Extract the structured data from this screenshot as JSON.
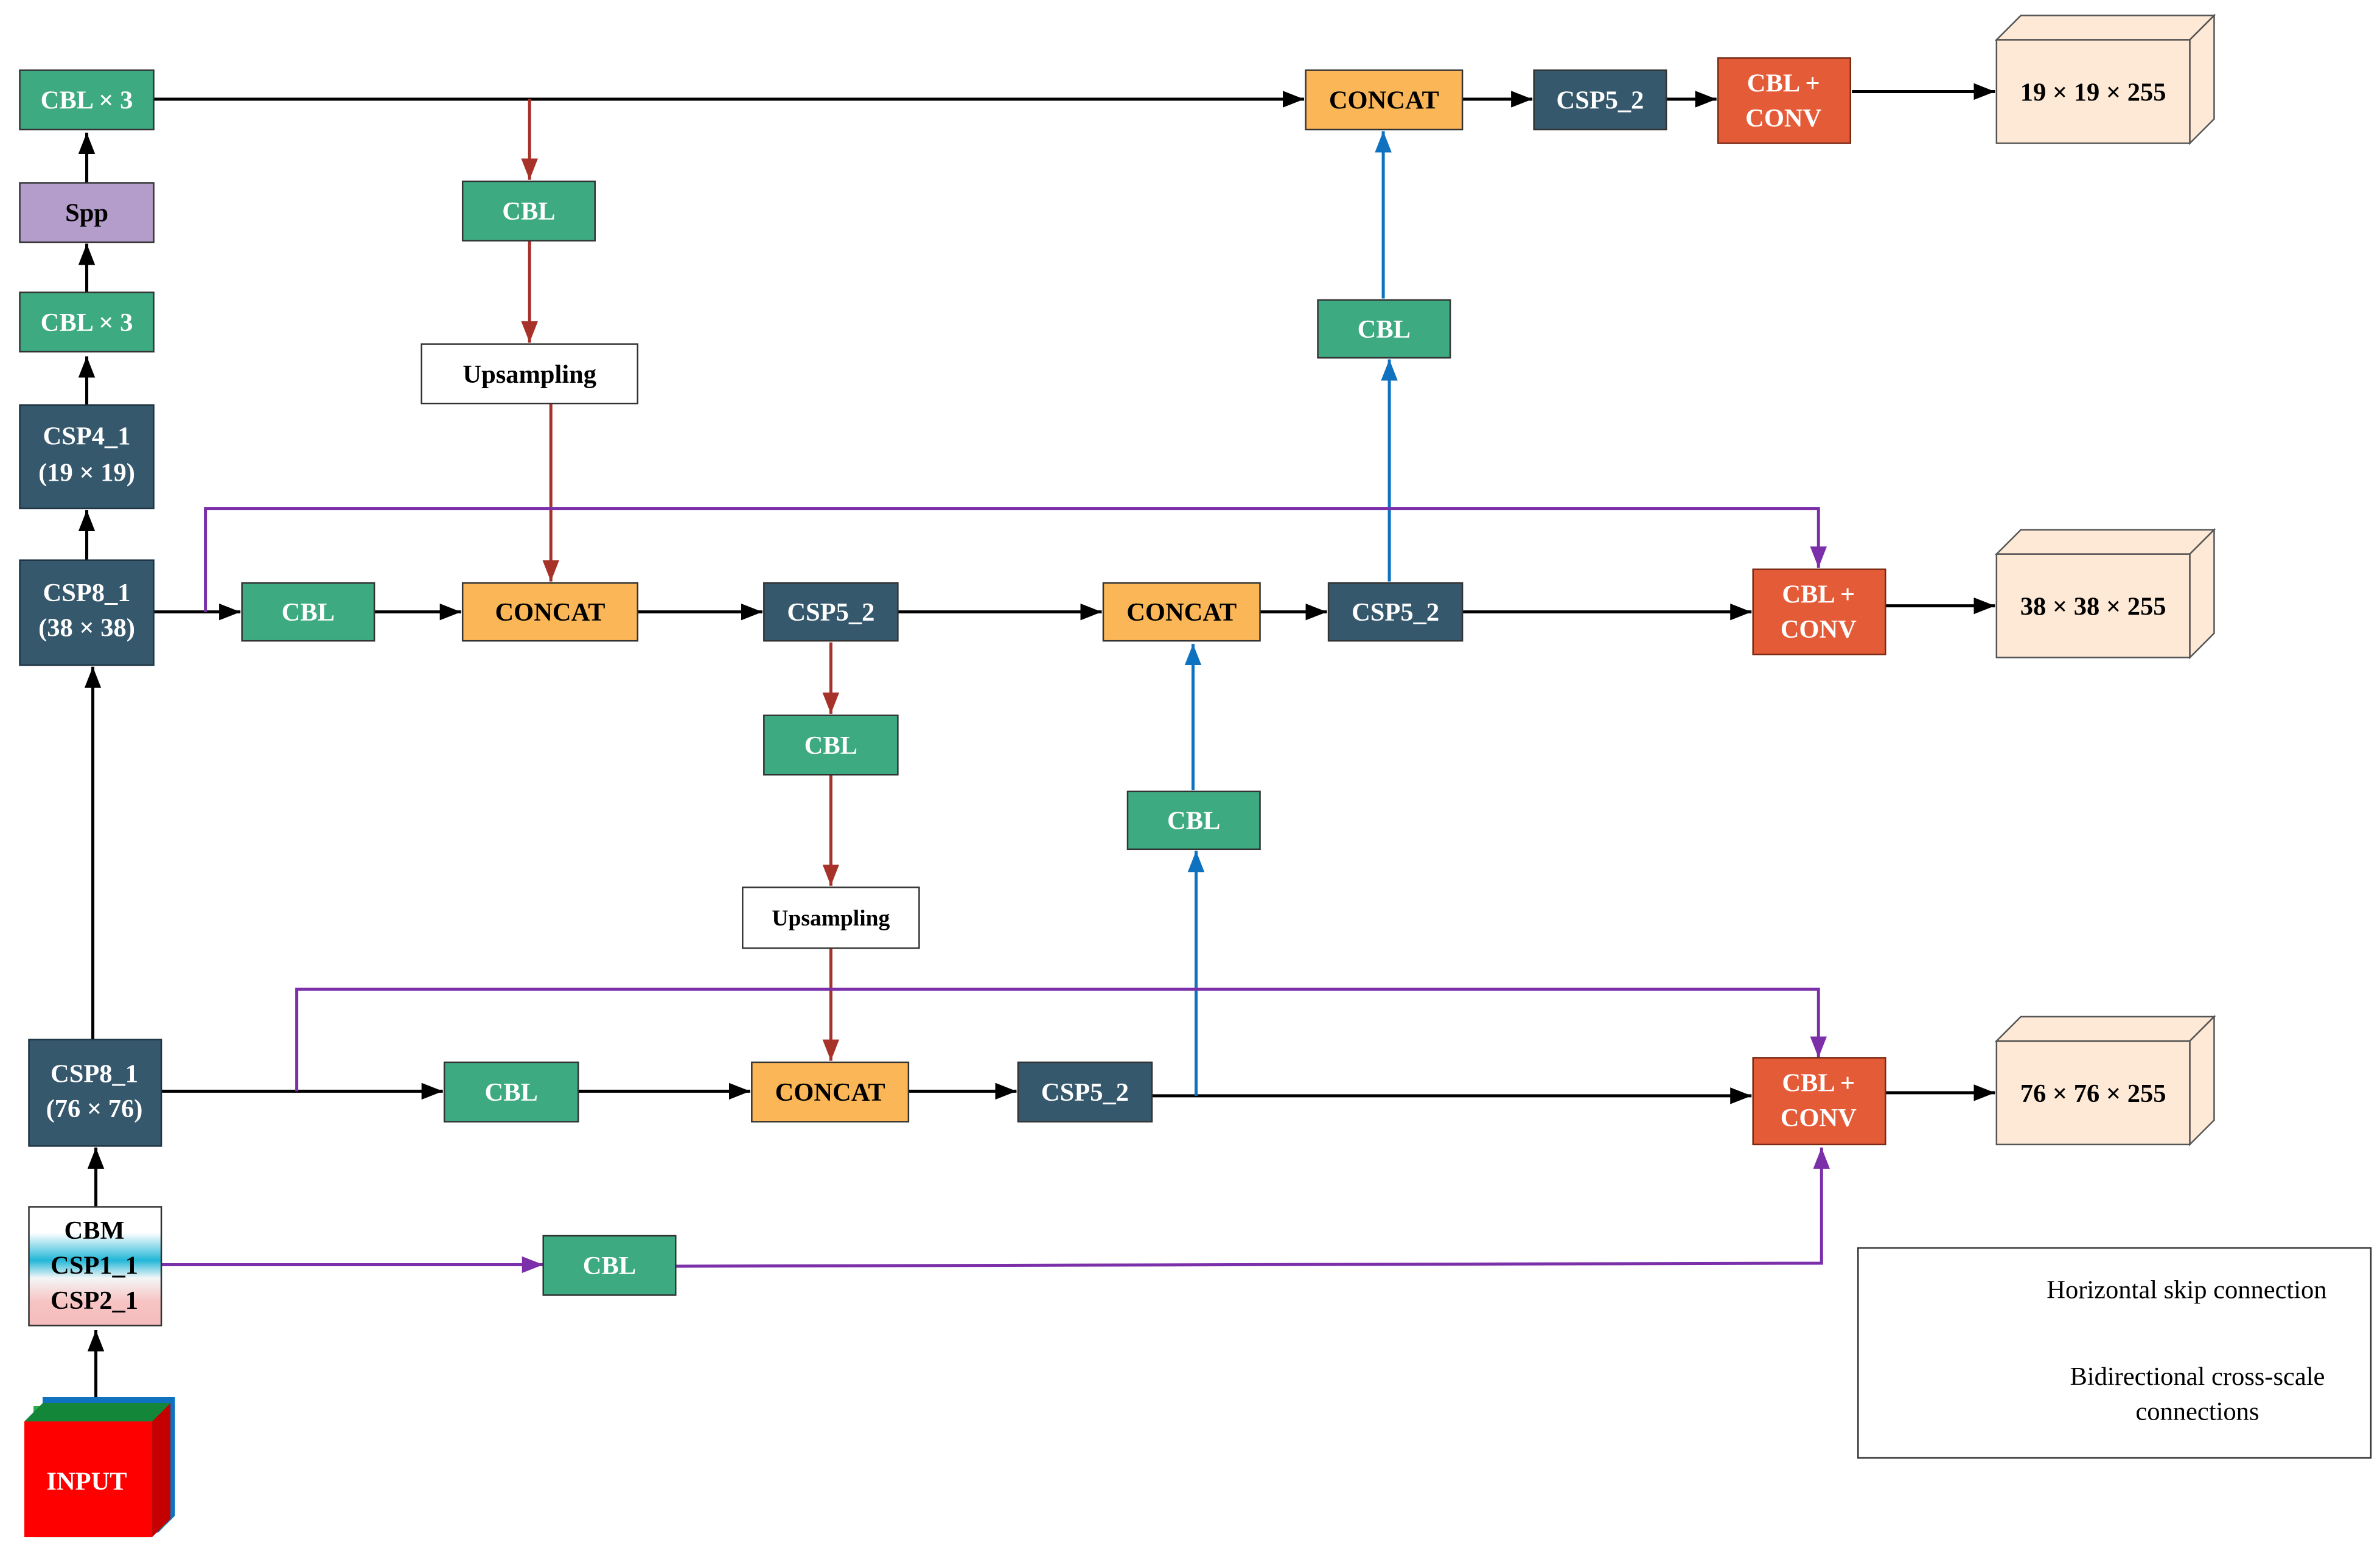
{
  "colors": {
    "cbl": "#3daa82",
    "csp": "#35586d",
    "concat": "#fbb657",
    "head": "#e45b38",
    "spp": "#b49ccb",
    "output": "#fde9d5",
    "input": "#ff0000",
    "main_arrow": "#000000",
    "skip_arrow": "#7b2fa8",
    "cross_red": "#a7322a",
    "cross_blue": "#0f72c0"
  },
  "nodes": {
    "cbl3_top": "CBL × 3",
    "spp": "Spp",
    "cbl3_mid": "CBL × 3",
    "csp4": {
      "line1": "CSP4_1",
      "line2": "(19 × 19)"
    },
    "csp8_38": {
      "line1": "CSP8_1",
      "line2": "(38 × 38)"
    },
    "csp8_76": {
      "line1": "CSP8_1",
      "line2": "(76 × 76)"
    },
    "backbone": {
      "line1": "CBM",
      "line2": "CSP1_1",
      "line3": "CSP2_1"
    },
    "input": "INPUT",
    "cbl_red_top": "CBL",
    "upsampling_top": "Upsampling",
    "cbl_row38": "CBL",
    "concat_row38_a": "CONCAT",
    "csp5_row38_a": "CSP5_2",
    "concat_row38_b": "CONCAT",
    "csp5_row38_b": "CSP5_2",
    "head_38": {
      "line1": "CBL +",
      "line2": "CONV"
    },
    "out_38": "38 × 38 × 255",
    "concat_top": "CONCAT",
    "csp5_top": "CSP5_2",
    "head_19": {
      "line1": "CBL +",
      "line2": "CONV"
    },
    "out_19": "19 × 19 × 255",
    "cbl_blue_top": "CBL",
    "cbl_red_mid": "CBL",
    "upsampling_mid": "Upsampling",
    "cbl_blue_mid": "CBL",
    "cbl_row76": "CBL",
    "concat_row76": "CONCAT",
    "csp5_row76": "CSP5_2",
    "head_76": {
      "line1": "CBL +",
      "line2": "CONV"
    },
    "out_76": "76 × 76 × 255",
    "cbl_bottom": "CBL"
  },
  "legend": {
    "skip": "Horizontal skip connection",
    "cross_line1": "Bidirectional cross-scale",
    "cross_line2": "connections"
  }
}
